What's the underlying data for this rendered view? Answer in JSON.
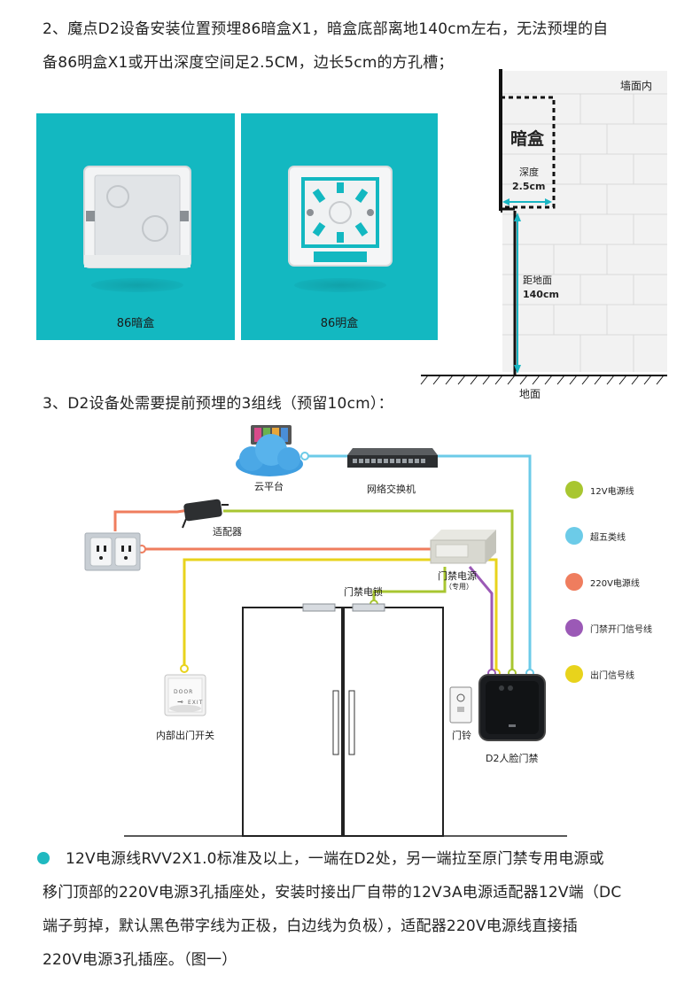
{
  "section2": {
    "line1": "2、魔点D2设备安装位置预埋86暗盒X1，暗盒底部离地140cm左右，无法预埋的自",
    "line2": "备86明盒X1或开出深度空间足2.5CM，边长5cm的方孔槽；"
  },
  "boxes": {
    "concealed_label": "86暗盒",
    "surface_label": "86明盒"
  },
  "wall_diagram": {
    "wall_inner": "墙面内",
    "box_label": "暗盒",
    "depth_label": "深度",
    "depth_value": "2.5cm",
    "height_label": "距地面",
    "height_value": "140cm",
    "ground_label": "地面"
  },
  "section3": {
    "line1": "3、D2设备处需要提前预埋的3组线（预留10cm）："
  },
  "wiring": {
    "cloud": "云平台",
    "switch": "网络交换机",
    "adapter": "适配器",
    "lock": "门禁电锁",
    "access_power": "门禁电源",
    "access_power_note": "（专用）",
    "exit_switch": "内部出门开关",
    "doorbell": "门铃",
    "device": "D2人脸门禁",
    "exit_plate_top": "DOOR",
    "exit_plate_bottom": "EXIT"
  },
  "legend": [
    {
      "label": "12V电源线",
      "color": "#a8c630"
    },
    {
      "label": "超五类线",
      "color": "#6ccbe8"
    },
    {
      "label": "220V电源线",
      "color": "#ef7d5e"
    },
    {
      "label": "门禁开门信号线",
      "color": "#9b59b6"
    },
    {
      "label": "出门信号线",
      "color": "#e8d31c"
    }
  ],
  "colors": {
    "teal_panel": "#13b8c1",
    "bullet": "#20b9c0"
  },
  "footer": {
    "line1": "12V电源线RVV2X1.0标准及以上，一端在D2处，另一端拉至原门禁专用电源或",
    "line2": "移门顶部的220V电源3孔插座处，安装时接出厂自带的12V3A电源适配器12V端（DC",
    "line3": "端子剪掉，默认黑色带字线为正极，白边线为负极），适配器220V电源线直接插",
    "line4": "220V电源3孔插座。（图一）"
  }
}
